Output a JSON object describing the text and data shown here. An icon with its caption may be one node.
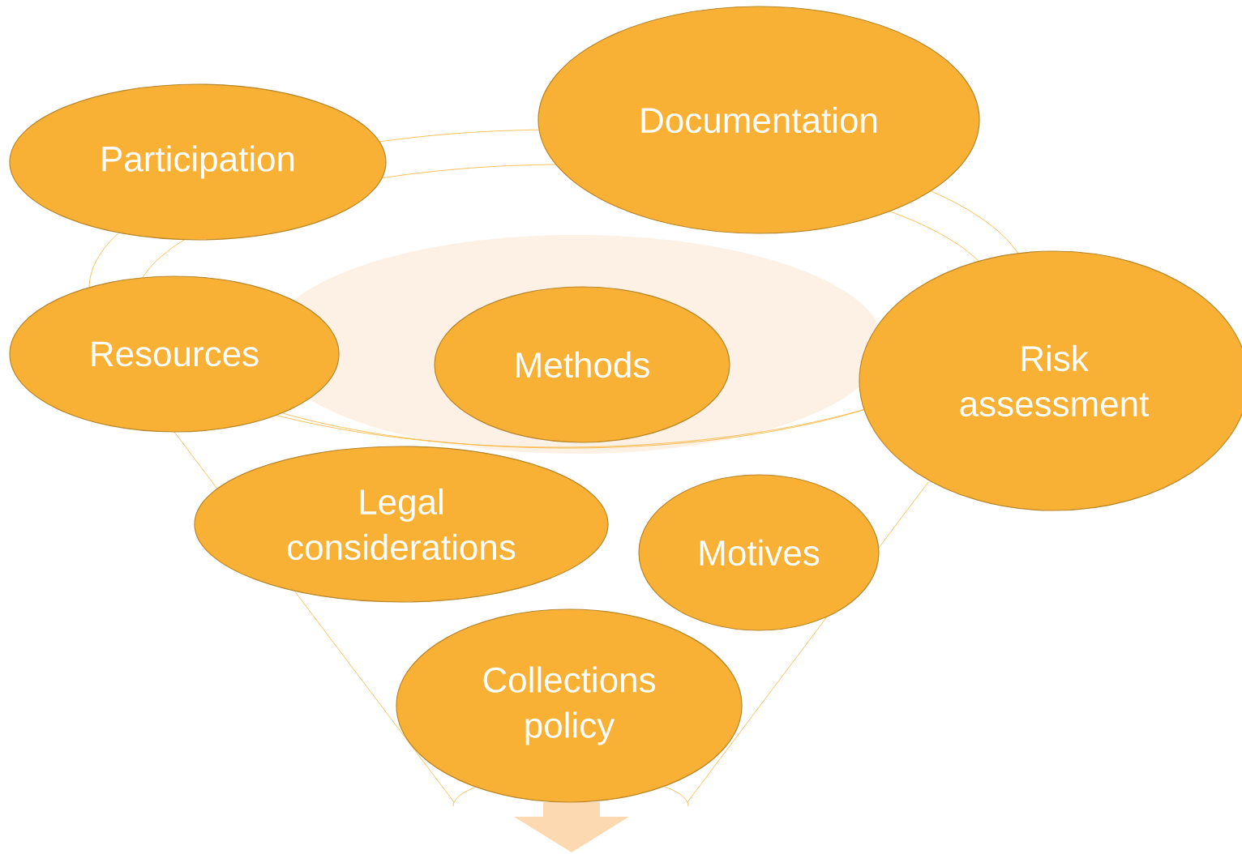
{
  "diagram": {
    "nodes": [
      {
        "text": [
          "Participation"
        ]
      },
      {
        "text": [
          "Documentation"
        ]
      },
      {
        "text": [
          "Resources"
        ]
      },
      {
        "text": [
          "Methods"
        ]
      },
      {
        "text": [
          "Risk assessment"
        ]
      },
      {
        "text": [
          "Legal considerations"
        ]
      },
      {
        "text": [
          "Motives"
        ]
      },
      {
        "text": [
          "Collections policy"
        ]
      }
    ]
  }
}
